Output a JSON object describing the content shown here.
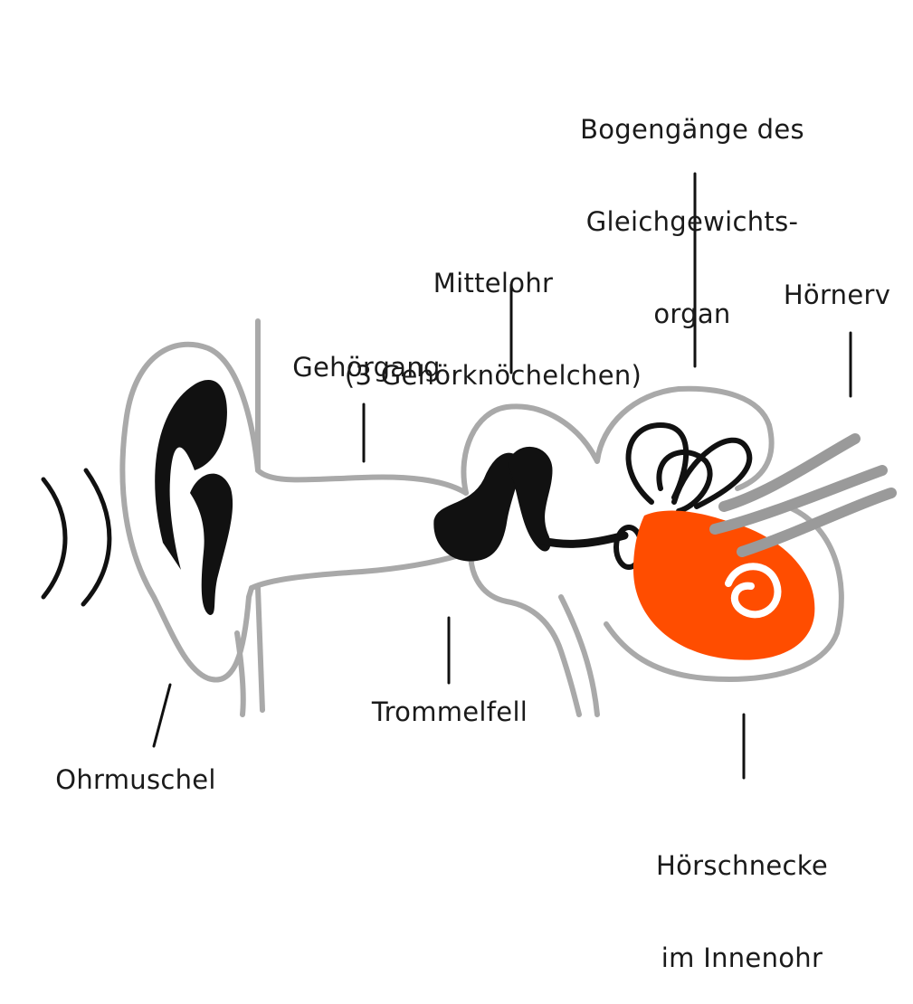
{
  "colors": {
    "outline": "#a9a9a9",
    "ink": "#111111",
    "cochlea": "#ff4d00",
    "nerve": "#9a9a9a"
  },
  "labels": {
    "bogengaenge": [
      "Bogengänge des",
      "Gleichgewichts-",
      "organ"
    ],
    "mittelohr": [
      "Mittelohr",
      "(3 Gehörknöchelchen)"
    ],
    "hoernerv": "Hörnerv",
    "gehoergang": "Gehörgang",
    "trommelfell": "Trommelfell",
    "ohrmuschel": "Ohrmuschel",
    "hoerschnecke": [
      "Hörschnecke",
      "im Innenohr"
    ]
  }
}
